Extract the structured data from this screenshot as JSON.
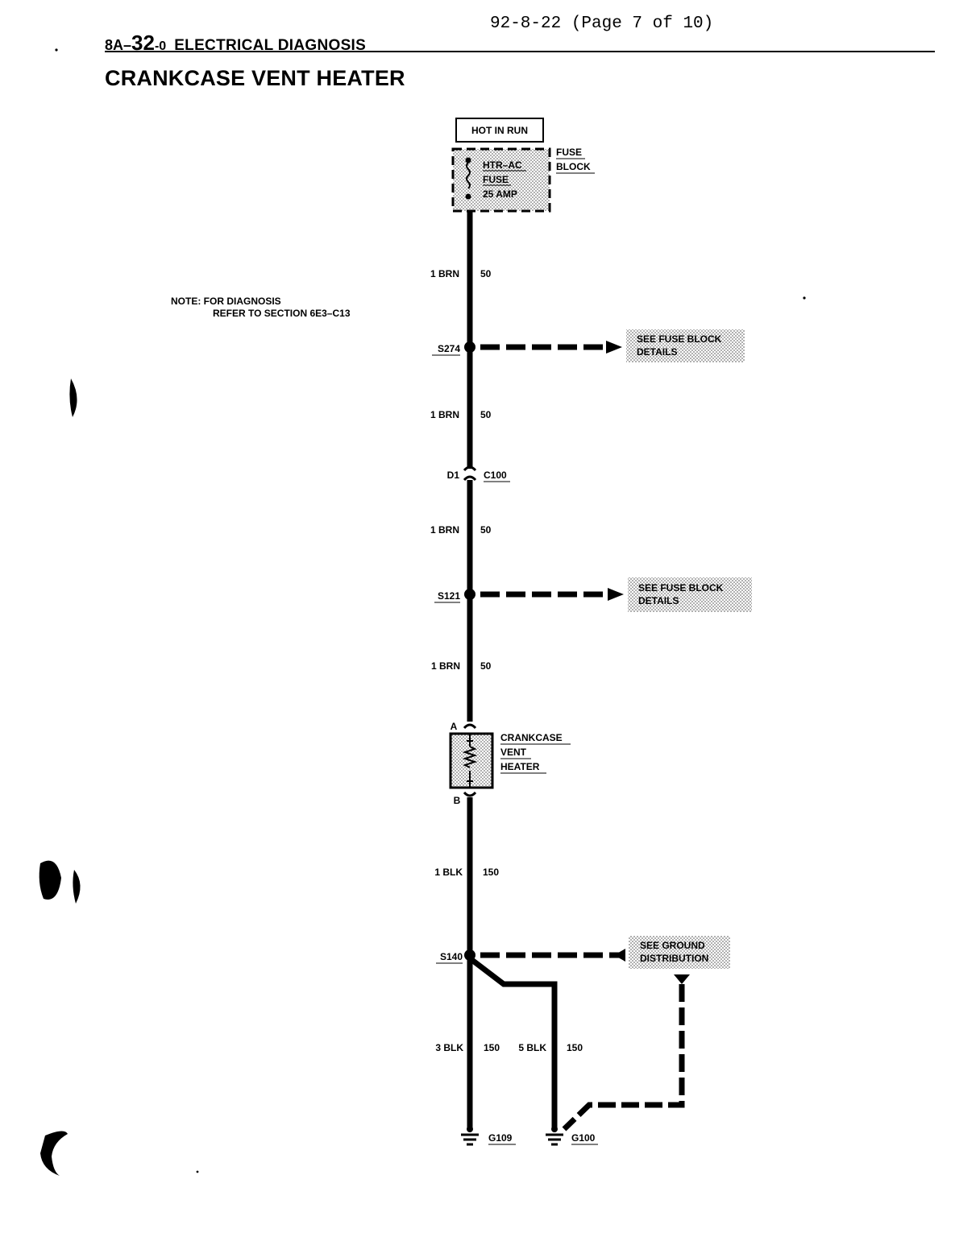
{
  "header": {
    "section_prefix": "8A–",
    "section_number": "32",
    "section_suffix": "-0",
    "section_title": "ELECTRICAL DIAGNOSIS",
    "date_page": "92-8-22 (Page 7 of 10)"
  },
  "title": "CRANKCASE VENT HEATER",
  "note": {
    "line1": "NOTE: FOR DIAGNOSIS",
    "line2": "REFER TO SECTION 6E3–C13"
  },
  "power_source": "HOT IN RUN",
  "fuse_block": {
    "label_line1": "FUSE",
    "label_line2": "BLOCK",
    "fuse_line1": "HTR–AC",
    "fuse_line2": "FUSE",
    "fuse_line3": "25 AMP"
  },
  "wires": {
    "w1": {
      "gauge_color": "1 BRN",
      "circuit": "50"
    },
    "w2": {
      "gauge_color": "1 BRN",
      "circuit": "50"
    },
    "w3": {
      "gauge_color": "1 BRN",
      "circuit": "50"
    },
    "w4": {
      "gauge_color": "1 BRN",
      "circuit": "50"
    },
    "w5": {
      "gauge_color": "1 BLK",
      "circuit": "150"
    },
    "w6": {
      "gauge_color": "3 BLK",
      "circuit": "150"
    },
    "w7": {
      "gauge_color": "5 BLK",
      "circuit": "150"
    }
  },
  "splices": {
    "s274": {
      "id": "S274",
      "ref_line1": "SEE FUSE BLOCK",
      "ref_line2": "DETAILS"
    },
    "s121": {
      "id": "S121",
      "ref_line1": "SEE FUSE BLOCK",
      "ref_line2": "DETAILS"
    },
    "s140": {
      "id": "S140",
      "ref_line1": "SEE GROUND",
      "ref_line2": "DISTRIBUTION"
    }
  },
  "connector": {
    "pin": "D1",
    "id": "C100"
  },
  "component": {
    "pin_a": "A",
    "pin_b": "B",
    "name_line1": "CRANKCASE",
    "name_line2": "VENT",
    "name_line3": "HEATER"
  },
  "grounds": {
    "g1": "G109",
    "g2": "G100"
  },
  "colors": {
    "ink": "#000000",
    "shade": "#c8c8c8",
    "paper": "#ffffff"
  }
}
